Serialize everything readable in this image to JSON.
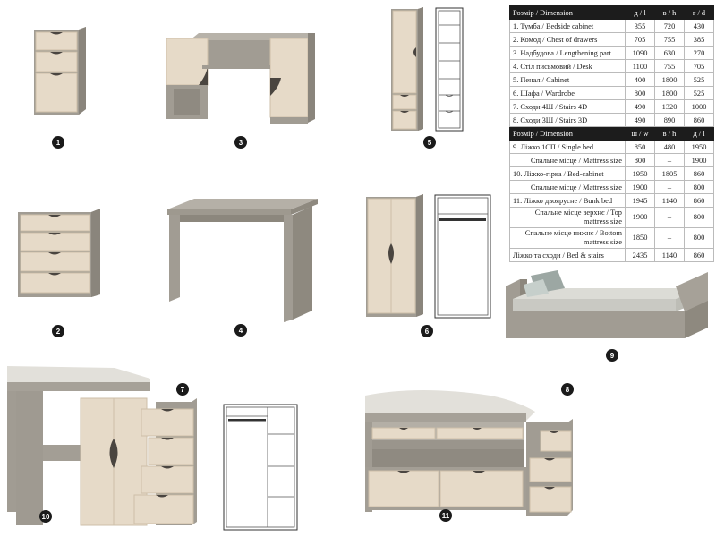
{
  "table": {
    "header1": {
      "label": "Розмір / Dimension",
      "l": "д / l",
      "h": "в / h",
      "d": "г / d"
    },
    "rows1": [
      {
        "name": "1. Тумба / Bedside cabinet",
        "l": "355",
        "h": "720",
        "d": "430"
      },
      {
        "name": "2. Комод / Chest of drawers",
        "l": "705",
        "h": "755",
        "d": "385"
      },
      {
        "name": "3. Надбудова / Lengthening part",
        "l": "1090",
        "h": "630",
        "d": "270"
      },
      {
        "name": "4. Стіл письмовий / Desk",
        "l": "1100",
        "h": "755",
        "d": "705"
      },
      {
        "name": "5. Пенал / Cabinet",
        "l": "400",
        "h": "1800",
        "d": "525"
      },
      {
        "name": "6. Шафа / Wardrobe",
        "l": "800",
        "h": "1800",
        "d": "525"
      },
      {
        "name": "7. Сходи 4Ш / Stairs 4D",
        "l": "490",
        "h": "1320",
        "d": "1000"
      },
      {
        "name": "8. Сходи 3Ш / Stairs 3D",
        "l": "490",
        "h": "890",
        "d": "860"
      }
    ],
    "header2": {
      "label": "Розмір / Dimension",
      "w": "ш / w",
      "h": "в / h",
      "l": "д / l"
    },
    "rows2": [
      {
        "name": "9. Ліжко 1СП / Single bed",
        "w": "850",
        "h": "480",
        "l": "1950"
      },
      {
        "name": "Спальне місце / Mattress size",
        "w": "800",
        "h": "–",
        "l": "1900"
      },
      {
        "name": "10. Ліжко-гірка / Bed-cabinet",
        "w": "1950",
        "h": "1805",
        "l": "860"
      },
      {
        "name": "Спальне місце / Mattress size",
        "w": "1900",
        "h": "–",
        "l": "800"
      },
      {
        "name": "11. Ліжко двоярусне / Bunk bed",
        "w": "1945",
        "h": "1140",
        "l": "860"
      },
      {
        "name": "Спальне місце верхнє / Top mattress size",
        "w": "1900",
        "h": "–",
        "l": "800"
      },
      {
        "name": "Спальне місце нижнє / Bottom mattress size",
        "w": "1850",
        "h": "–",
        "l": "800"
      },
      {
        "name": "Ліжко та сходи / Bed & stairs",
        "w": "2435",
        "h": "1140",
        "l": "860"
      }
    ]
  },
  "badges": [
    "1",
    "2",
    "3",
    "4",
    "5",
    "6",
    "7",
    "8",
    "9",
    "10",
    "11"
  ],
  "colors": {
    "wood": "#a8a49c",
    "woodDark": "#8c877e",
    "front": "#e8dccb",
    "frontShade": "#d9ccb8",
    "badge": "#1a1a1a",
    "tableHead": "#1c1c1c"
  }
}
